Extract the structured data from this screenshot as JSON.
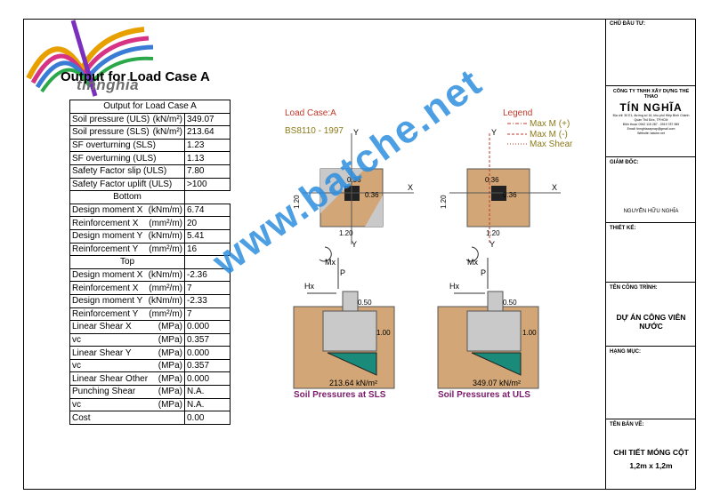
{
  "output": {
    "title": "Output for Load Case A",
    "table_header": "Output for Load Case A",
    "rows": [
      {
        "label": "Soil pressure (ULS)",
        "unit": "(kN/m²)",
        "value": "349.07"
      },
      {
        "label": "Soil pressure (SLS)",
        "unit": "(kN/m²)",
        "value": "213.64"
      },
      {
        "label": "SF overturning (SLS)",
        "unit": "",
        "value": "1.23"
      },
      {
        "label": "SF overturning (ULS)",
        "unit": "",
        "value": "1.13"
      },
      {
        "label": "Safety Factor slip (ULS)",
        "unit": "",
        "value": "7.80"
      },
      {
        "label": "Safety Factor uplift (ULS)",
        "unit": "",
        "value": ">100"
      },
      {
        "section": "Bottom"
      },
      {
        "label": "Design moment X",
        "unit": "(kNm/m)",
        "value": "6.74"
      },
      {
        "label": "Reinforcement X",
        "unit": "(mm²/m)",
        "value": "20"
      },
      {
        "label": "Design moment Y",
        "unit": "(kNm/m)",
        "value": "5.41"
      },
      {
        "label": "Reinforcement Y",
        "unit": "(mm²/m)",
        "value": "16"
      },
      {
        "section": "Top"
      },
      {
        "label": "Design moment X",
        "unit": "(kNm/m)",
        "value": "-2.36"
      },
      {
        "label": "Reinforcement X",
        "unit": "(mm²/m)",
        "value": "7"
      },
      {
        "label": "Design moment Y",
        "unit": "(kNm/m)",
        "value": "-2.33"
      },
      {
        "label": "Reinforcement Y",
        "unit": "(mm²/m)",
        "value": "7"
      },
      {
        "label": "Linear Shear X",
        "unit": "(MPa)",
        "value": "0.000"
      },
      {
        "label": "vc",
        "unit": "(MPa)",
        "value": "0.357"
      },
      {
        "label": "Linear Shear Y",
        "unit": "(MPa)",
        "value": "0.000"
      },
      {
        "label": "vc",
        "unit": "(MPa)",
        "value": "0.357"
      },
      {
        "label": "Linear Shear Other",
        "unit": "(MPa)",
        "value": "0.000"
      },
      {
        "label": "Punching Shear",
        "unit": "(MPa)",
        "value": "N.A."
      },
      {
        "label": "vc",
        "unit": "(MPa)",
        "value": "N.A."
      },
      {
        "label": "Cost",
        "unit": "",
        "value": "0.00"
      }
    ]
  },
  "diagram": {
    "load_case": "Load Case:A",
    "code": "BS8110 - 1997",
    "legend_title": "Legend",
    "legend_items": [
      "Max M (+)",
      "Max M (-)",
      "Max Shear"
    ],
    "plan_width": "1.20",
    "plan_depth": "1.20",
    "col_offset": "0.36",
    "axis_x": "X",
    "axis_y": "Y",
    "mx_label": "Mx",
    "p_label": "P",
    "hx_label": "Hx",
    "embed_depth": "0.50",
    "footing_depth": "1.00",
    "sls_pressure": "213.64 kN/m²",
    "uls_pressure": "349.07 kN/m²",
    "sls_caption": "Soil Pressures at SLS",
    "uls_caption": "Soil Pressures at ULS"
  },
  "logo_text": "tinnghia",
  "watermark": "www.batche.net",
  "title_block": {
    "owner_label": "CHỦ ĐẦU TƯ:",
    "company_name": "CÔNG TY TNHH XÂY DỰNG THỂ THAO",
    "brand": "TÍN NGHĨA",
    "address": "Địa chỉ: 30 E1, đường số 16, khu phố Hiệp Bình Chánh Quận Thủ Đức, TP.HCM",
    "phone": "Điện thoại: 0942 115 287 - 0919 787 989",
    "email": "Email: tinnghiaxaynap@gmail.com",
    "website": "Website: batche.net",
    "director_label": "GIÁM ĐỐC:",
    "director_name": "NGUYỄN HỮU NGHĨA",
    "design_label": "THIẾT KẾ:",
    "project_label": "TÊN CÔNG TRÌNH:",
    "project_name": "DỰ ÁN CÔNG VIÊN NƯỚC",
    "item_label": "HẠNG MỤC:",
    "drawing_label": "TÊN BẢN VẼ:",
    "drawing_line1": "CHI TIẾT MÓNG CỘT",
    "drawing_line2": "1,2m x 1,2m"
  }
}
